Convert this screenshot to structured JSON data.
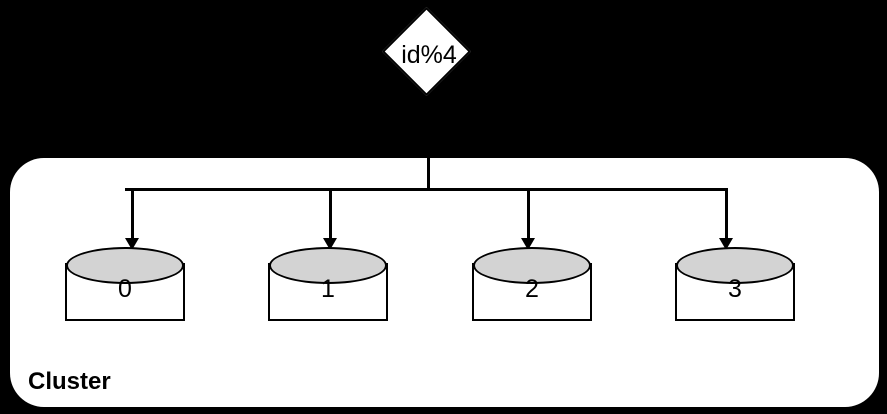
{
  "diagram": {
    "decision_label": "id%4",
    "cluster_label": "Cluster",
    "shards": [
      {
        "label": "0"
      },
      {
        "label": "1"
      },
      {
        "label": "2"
      },
      {
        "label": "3"
      }
    ],
    "colors": {
      "background": "#000000",
      "cluster_fill": "#ffffff",
      "cylinder_top_fill": "#d3d3d3",
      "line": "#000000",
      "text": "#000000"
    }
  }
}
